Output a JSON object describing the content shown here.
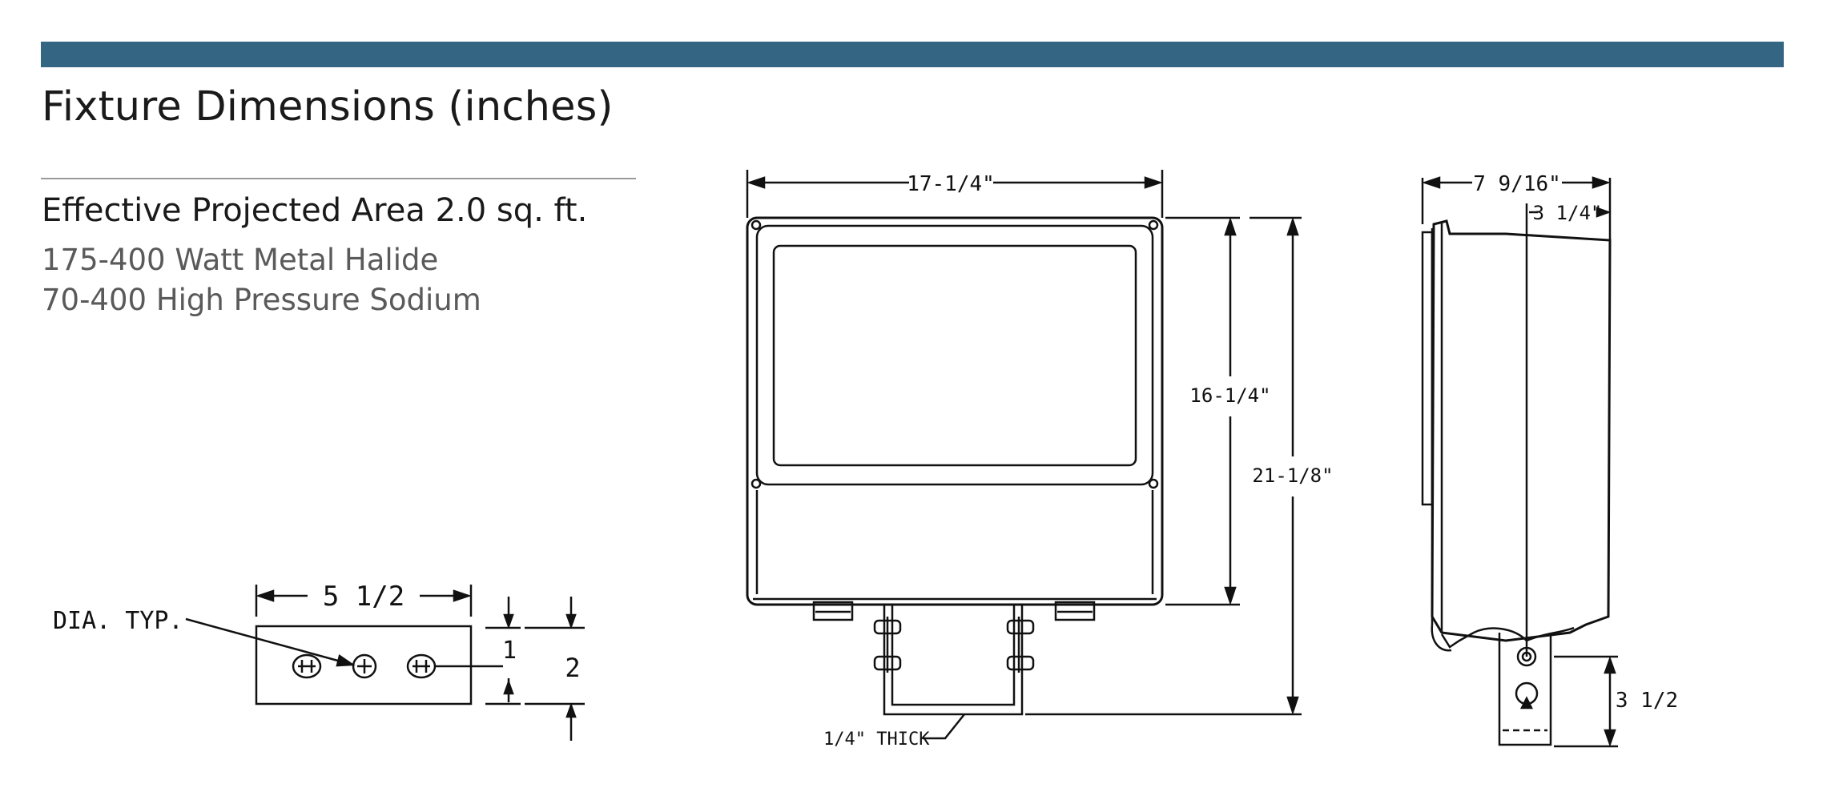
{
  "header": {
    "title": "Fixture Dimensions (inches)",
    "accent_color": "#346582"
  },
  "specs": {
    "heading": "Effective Projected Area 2.0 sq. ft.",
    "lines": [
      "175-400 Watt Metal Halide",
      "70-400 High Pressure Sodium"
    ]
  },
  "front_view": {
    "width_label": "17-1/4\"",
    "height_label": "16-1/4\"",
    "overall_height_label": "21-1/8\"",
    "bracket_label": "1/4\" THICK"
  },
  "side_view": {
    "depth_label": "7 9/16\"",
    "mount_offset_label": "3 1/4\"",
    "bracket_height_label": "3 1/2"
  },
  "bracket_plate": {
    "width_label": "5 1/2",
    "hole_spacing_label": "1",
    "height_label": "2",
    "hole_label": "DIA. TYP."
  }
}
